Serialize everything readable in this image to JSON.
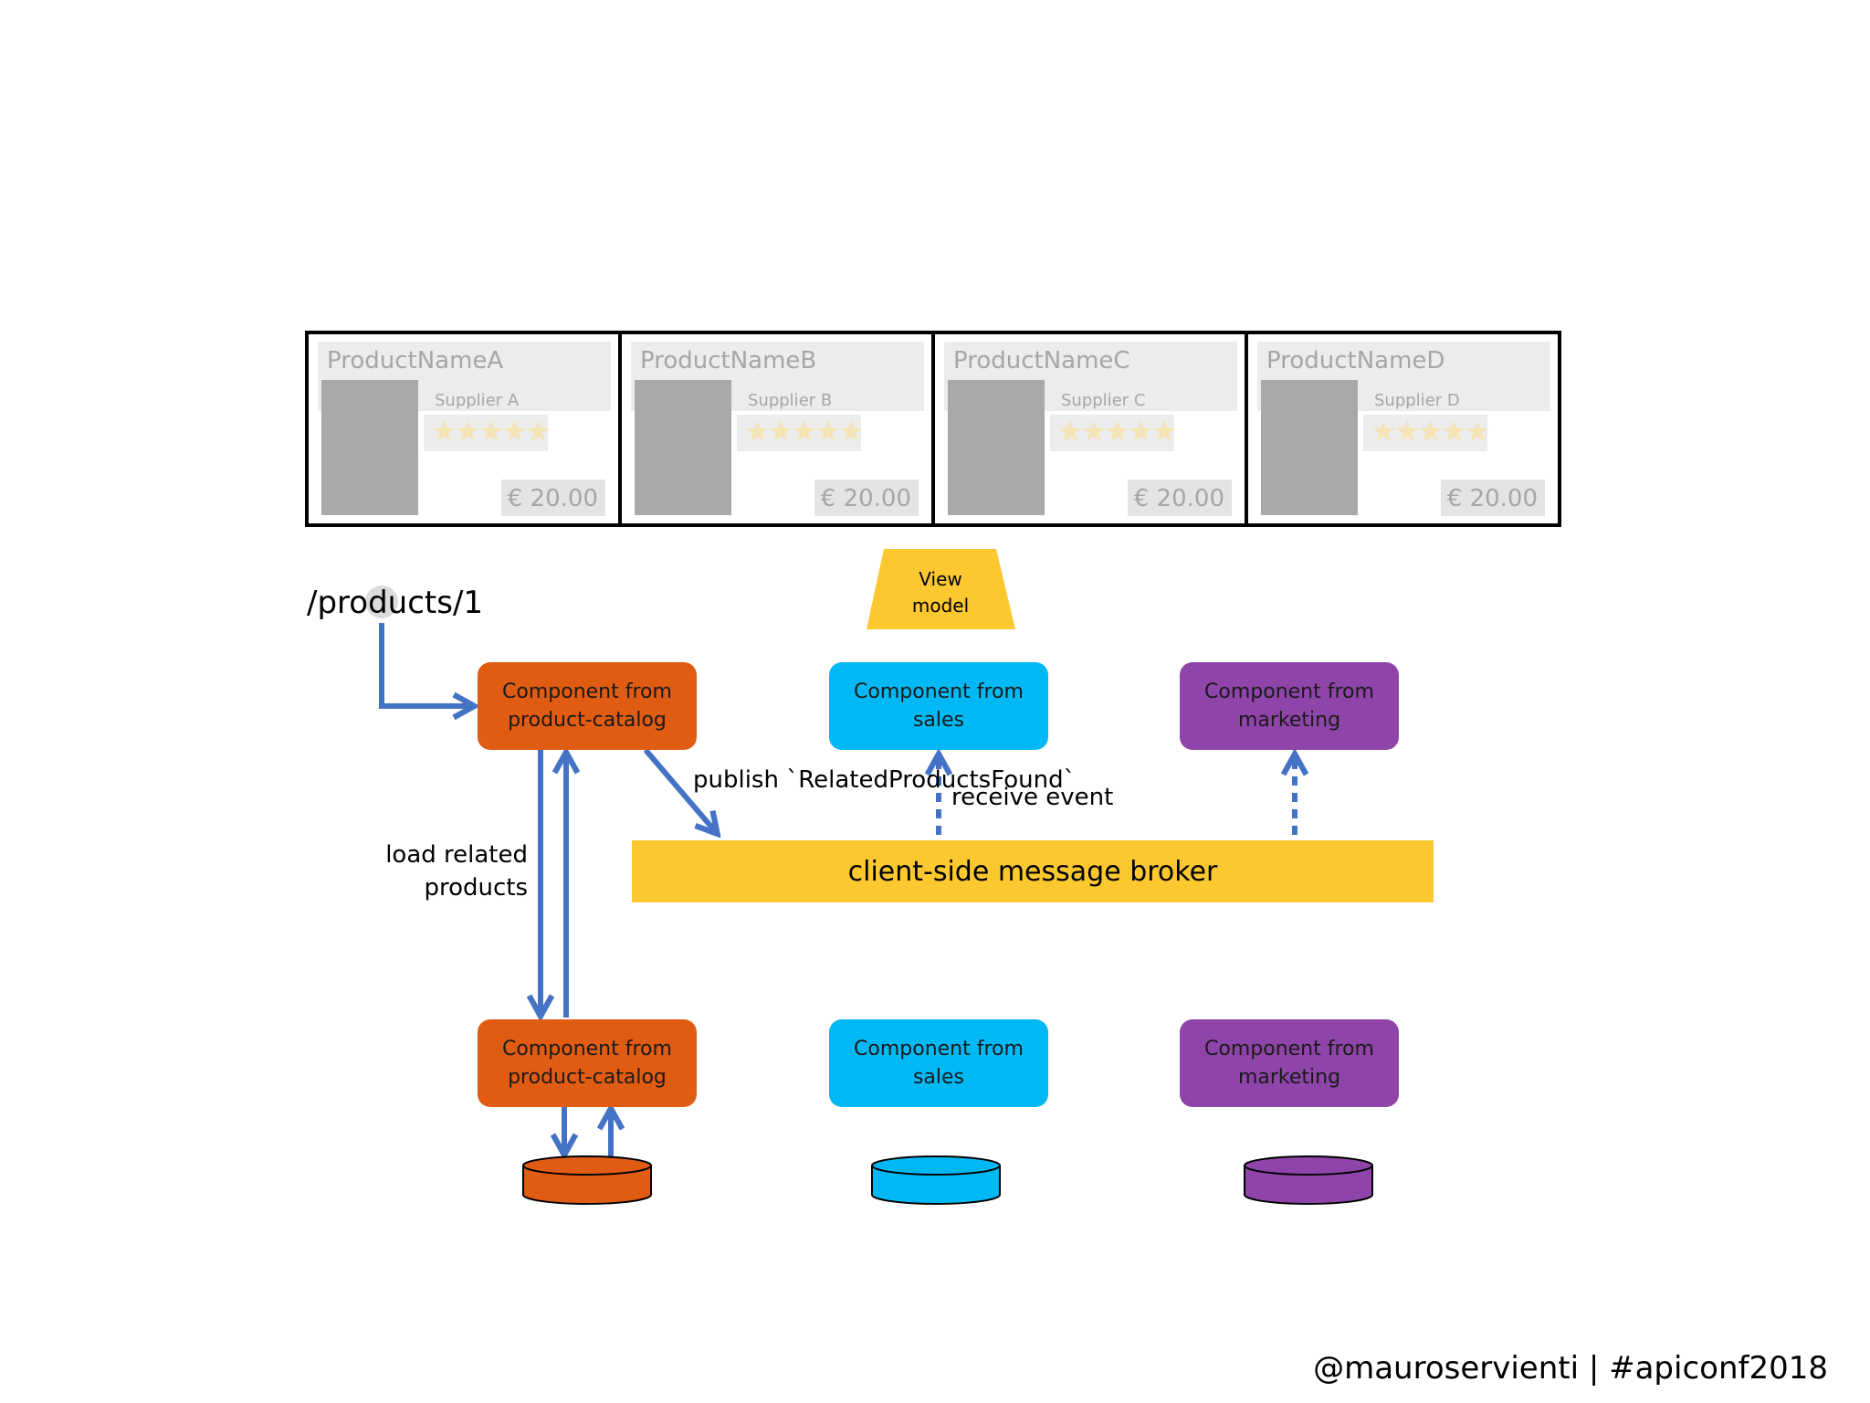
{
  "products": [
    {
      "name": "ProductNameA",
      "supplier": "Supplier A",
      "price": "€ 20.00",
      "rating_stars": 5
    },
    {
      "name": "ProductNameB",
      "supplier": "Supplier B",
      "price": "€ 20.00",
      "rating_stars": 5
    },
    {
      "name": "ProductNameC",
      "supplier": "Supplier C",
      "price": "€ 20.00",
      "rating_stars": 5
    },
    {
      "name": "ProductNameD",
      "supplier": "Supplier D",
      "price": "€ 20.00",
      "rating_stars": 5
    }
  ],
  "view_model": {
    "line1": "View",
    "line2": "model"
  },
  "route": "/products/1",
  "components_top": [
    {
      "line1": "Component from",
      "line2": "product-catalog",
      "color": "#e05c13"
    },
    {
      "line1": "Component from",
      "line2": "sales",
      "color": "#00b8f3"
    },
    {
      "line1": "Component from",
      "line2": "marketing",
      "color": "#8e44a8"
    }
  ],
  "components_bottom": [
    {
      "line1": "Component from",
      "line2": "product-catalog",
      "color": "#e05c13"
    },
    {
      "line1": "Component from",
      "line2": "sales",
      "color": "#00b8f3"
    },
    {
      "line1": "Component from",
      "line2": "marketing",
      "color": "#8e44a8"
    }
  ],
  "labels": {
    "publish": "publish `RelatedProductsFound`",
    "receive": "receive event",
    "load_line1": "load related",
    "load_line2": "products"
  },
  "broker": "client-side message broker",
  "footer": "@mauroservienti | #apiconf2018",
  "colors": {
    "arrow": "#4472c4",
    "broker": "#fcc830",
    "view_model": "#fcc830",
    "star": "#f4e4b6",
    "placeholder_image": "#a9a9a9"
  }
}
